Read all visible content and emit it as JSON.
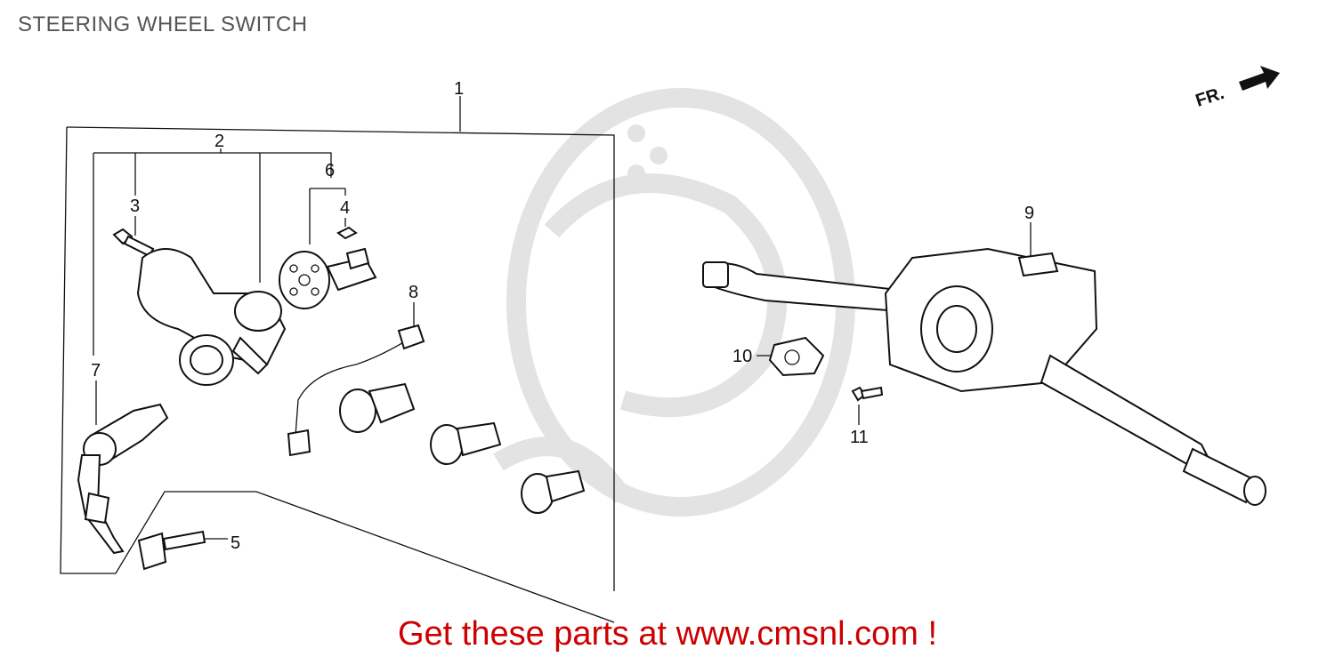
{
  "title": "STEERING WHEEL SWITCH",
  "direction_label": "FR.",
  "promo_text": "Get these parts at www.cmsnl.com !",
  "colors": {
    "promo": "#cc0000",
    "title": "#555555",
    "watermark": "#e3e3e3"
  },
  "callouts": [
    {
      "id": "1",
      "label": "1"
    },
    {
      "id": "2",
      "label": "2"
    },
    {
      "id": "3",
      "label": "3"
    },
    {
      "id": "4",
      "label": "4"
    },
    {
      "id": "5",
      "label": "5"
    },
    {
      "id": "6",
      "label": "6"
    },
    {
      "id": "7",
      "label": "7"
    },
    {
      "id": "8",
      "label": "8"
    },
    {
      "id": "9",
      "label": "9"
    },
    {
      "id": "10",
      "label": "10"
    },
    {
      "id": "11",
      "label": "11"
    }
  ]
}
